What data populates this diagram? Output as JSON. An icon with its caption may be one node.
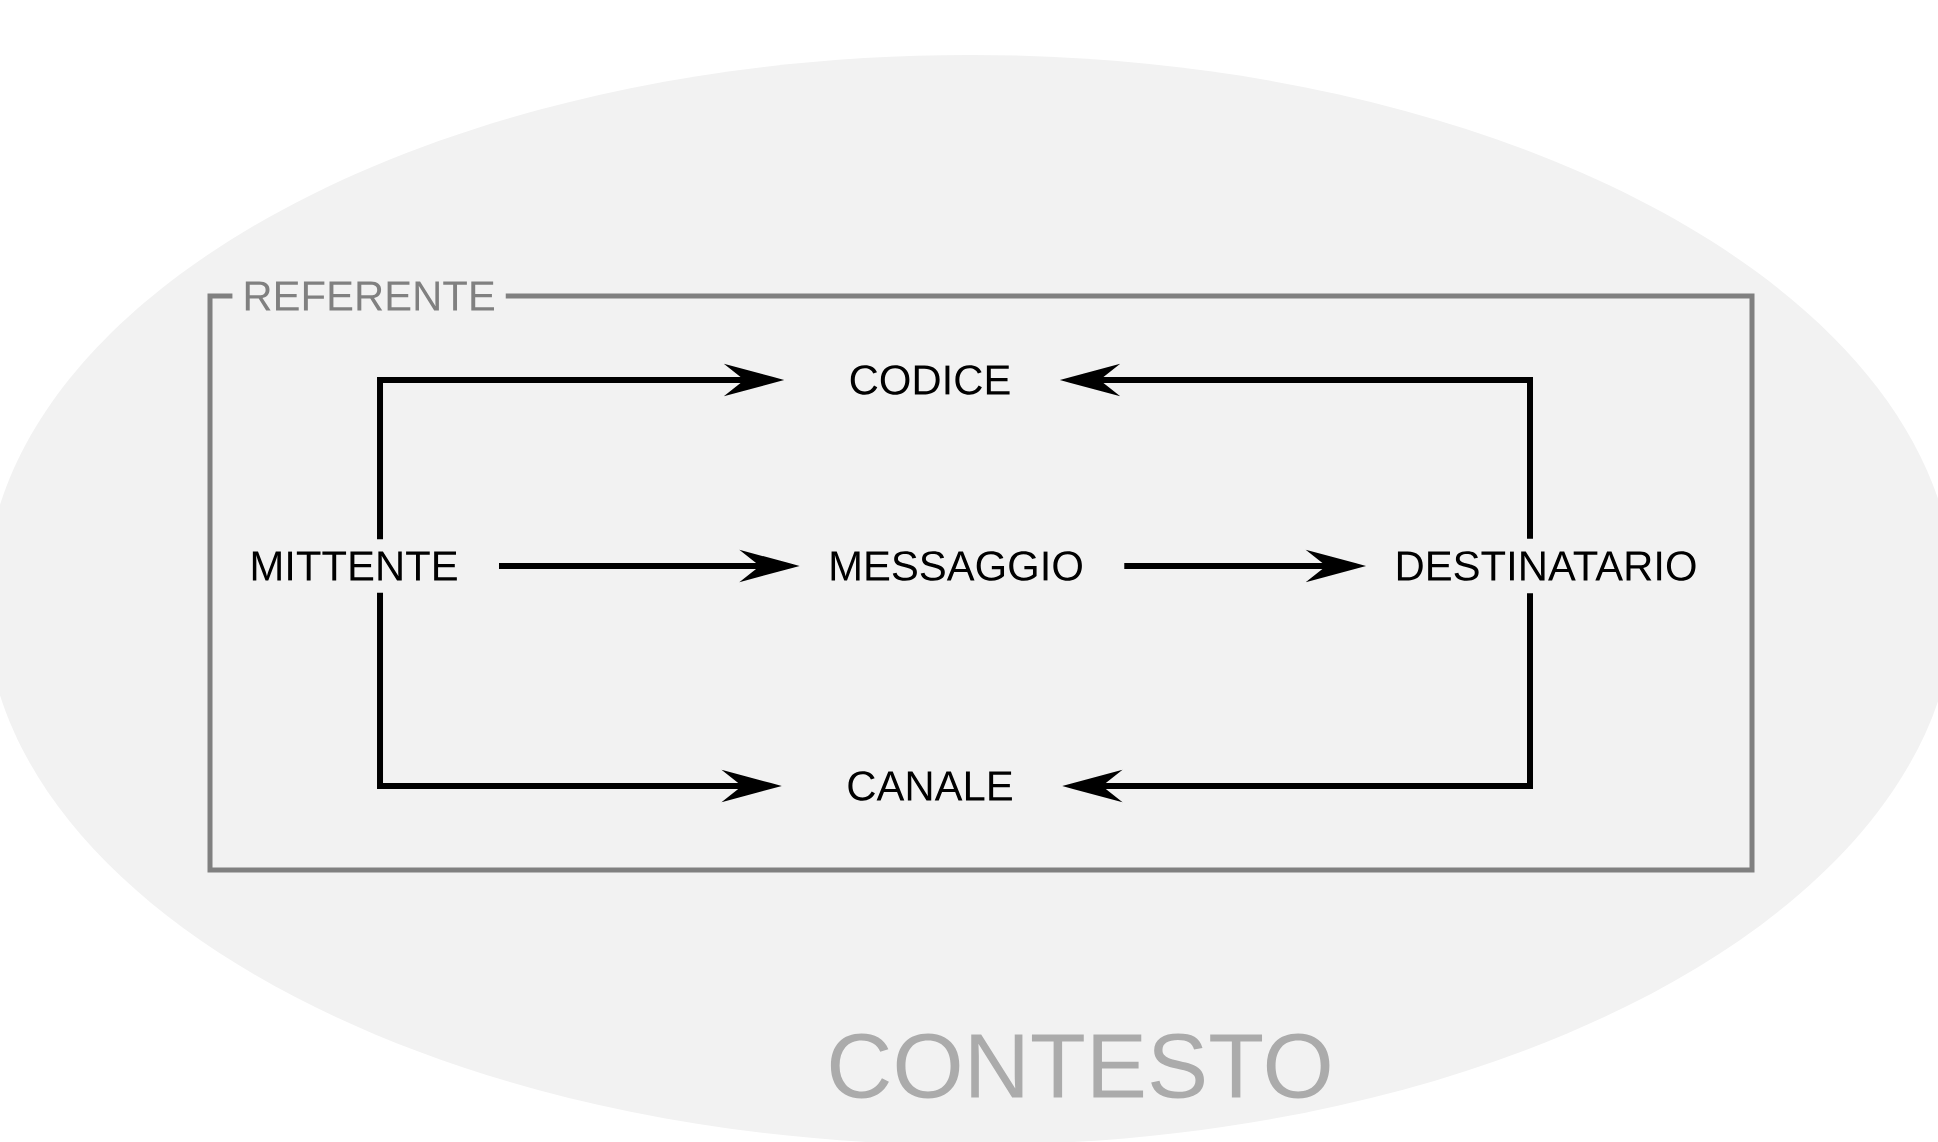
{
  "diagram": {
    "nodes": [
      {
        "text": [
          "CONTESTO"
        ]
      },
      {
        "text": [
          "REFERENTE"
        ],
        "in": 0
      },
      {
        "text": [
          "CODICE"
        ],
        "in": 1
      },
      {
        "text": [
          "MITTENTE"
        ],
        "in": 1
      },
      {
        "text": [
          "MESSAGGIO"
        ],
        "in": 1
      },
      {
        "text": [
          "DESTINATARIO"
        ],
        "in": 1
      },
      {
        "text": [
          "CANALE"
        ],
        "in": 1
      }
    ],
    "edges": [
      {
        "from": 3,
        "to": 2,
        "arrow": "to"
      },
      {
        "from": 3,
        "to": 4,
        "arrow": "to"
      },
      {
        "from": 3,
        "to": 6,
        "arrow": "to"
      },
      {
        "from": 4,
        "to": 5,
        "arrow": "to"
      },
      {
        "from": 5,
        "to": 2,
        "arrow": "to"
      },
      {
        "from": 5,
        "to": 6,
        "arrow": "to"
      }
    ]
  }
}
